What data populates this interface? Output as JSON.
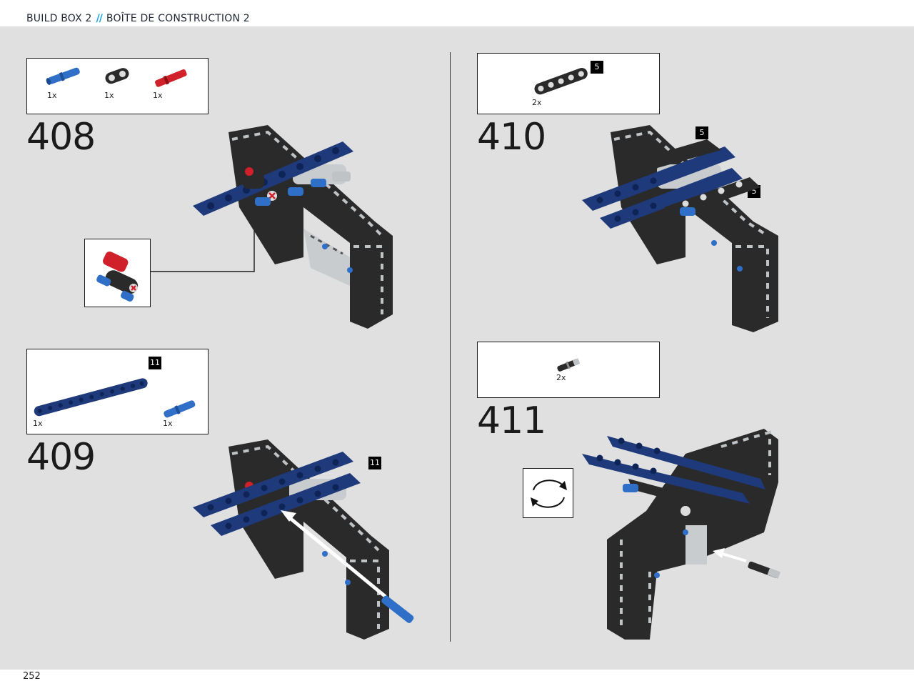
{
  "header": {
    "left": "BUILD BOX 2",
    "separator": "//",
    "right": "BOÎTE DE CONSTRUCTION 2"
  },
  "footer": {
    "page_number": "252"
  },
  "colors": {
    "page_bg": "#dfe0df",
    "dark_blue": "#1f3a7a",
    "blue": "#2f6fc7",
    "red": "#d0202a",
    "black_part": "#2a2a2a",
    "light_gray": "#bfc3c6",
    "accent": "#1aa3e0"
  },
  "steps": [
    {
      "number": "408",
      "parts": [
        {
          "icon": "blue-pin-icon",
          "qty": "1x"
        },
        {
          "icon": "black-connector-icon",
          "qty": "1x"
        },
        {
          "icon": "red-axle-icon",
          "qty": "1x"
        }
      ]
    },
    {
      "number": "409",
      "parts": [
        {
          "icon": "dark-blue-beam-icon",
          "qty": "1x",
          "badge": "11"
        },
        {
          "icon": "blue-pin-icon",
          "qty": "1x"
        }
      ],
      "badge": "11"
    },
    {
      "number": "410",
      "parts": [
        {
          "icon": "black-beam-icon",
          "qty": "2x",
          "badge": "5"
        }
      ],
      "badges": [
        "5",
        "5"
      ]
    },
    {
      "number": "411",
      "parts": [
        {
          "icon": "black-axle-pin-icon",
          "qty": "2x"
        }
      ]
    }
  ]
}
